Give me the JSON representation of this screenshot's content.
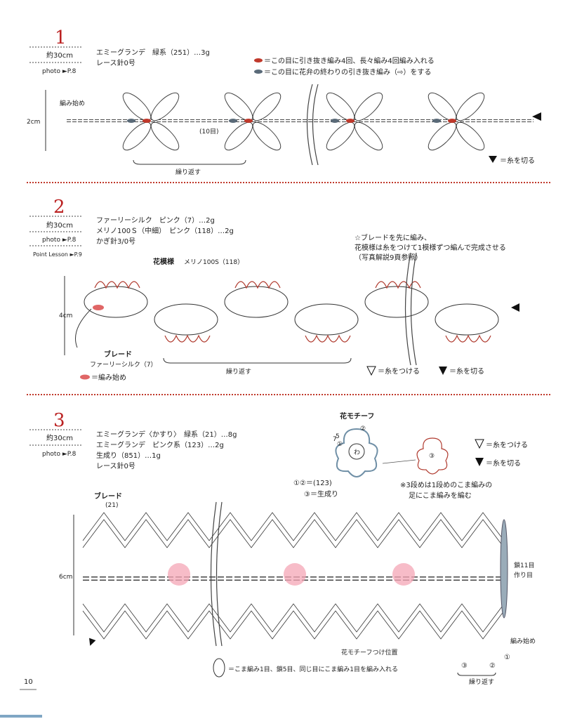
{
  "page": {
    "number": "10"
  },
  "colors": {
    "accent_red": "#b22222",
    "pink_motif": "#f4a6b6",
    "blue_gray": "#6f8fa6"
  },
  "sections": [
    {
      "number": "1",
      "size": "約30cm",
      "photo": "photo ►P.8",
      "materials": [
        "エミーグランデ　緑系（251）…3g",
        "レース針0号"
      ],
      "legend_red": "＝この目に引き抜き編み4回、長々編み4回編み入れる",
      "legend_gray": "＝この目に花弁の終わりの引き抜き編み（⇨）をする",
      "start_label": "編み始め",
      "height": "2cm",
      "chain_count": "(10目)",
      "repeat_label": "繰り返す",
      "cut_label": "＝糸を切る"
    },
    {
      "number": "2",
      "size": "約30cm",
      "photo": "photo ►P.8",
      "lesson": "Point Lesson ►P.9",
      "materials": [
        "ファーリーシルク　ピンク（7）…2g",
        "メリノ100Ｓ（中細）　ピンク（118）…2g",
        "かぎ針3/0号"
      ],
      "note": [
        "☆ブレードを先に編み、",
        "花模様は糸をつけて1模様ずつ編んで完成させる",
        "（写真解説9頁参照）"
      ],
      "flower_label": "花模様",
      "flower_yarn": "メリノ100S（118）",
      "height": "4cm",
      "braid_label": "ブレード",
      "braid_yarn": "ファーリーシルク（7）",
      "start_label": "＝編み始め",
      "repeat_label": "繰り返す",
      "attach_label": "＝糸をつける",
      "cut_label": "＝糸を切る"
    },
    {
      "number": "3",
      "size": "約30cm",
      "photo": "photo ►P.8",
      "materials": [
        "エミーグランデ〈かすり〉　緑系（21）…8g",
        "エミーグランデ　ピンク系（123）…2g",
        "生成り（851）…1g",
        "レース針0号"
      ],
      "motif_label": "花モチーフ",
      "motif_ring": "わ",
      "motif_ring5": "5",
      "motif_ring7": "7",
      "circled_1": "①",
      "circled_2": "②",
      "circled_3": "③",
      "rounds_12": "①②＝(123)",
      "round_3": "③＝生成り",
      "attach_label": "＝糸をつける",
      "cut_label": "＝糸を切る",
      "note": [
        "※3段めは1段めのこま編みの",
        "足にこま編みを編む"
      ],
      "braid_label": "ブレード",
      "braid_num": "(21)",
      "height": "6cm",
      "chain_count": "鎖11目",
      "make_label": "作り目",
      "start_label": "編み始め",
      "motif_position": "花モチーフつけ位置",
      "repeat_label": "繰り返す",
      "stitch_legend": "＝こま編み1目、鎖5目、同じ目にこま編み1目を編み入れる"
    }
  ]
}
